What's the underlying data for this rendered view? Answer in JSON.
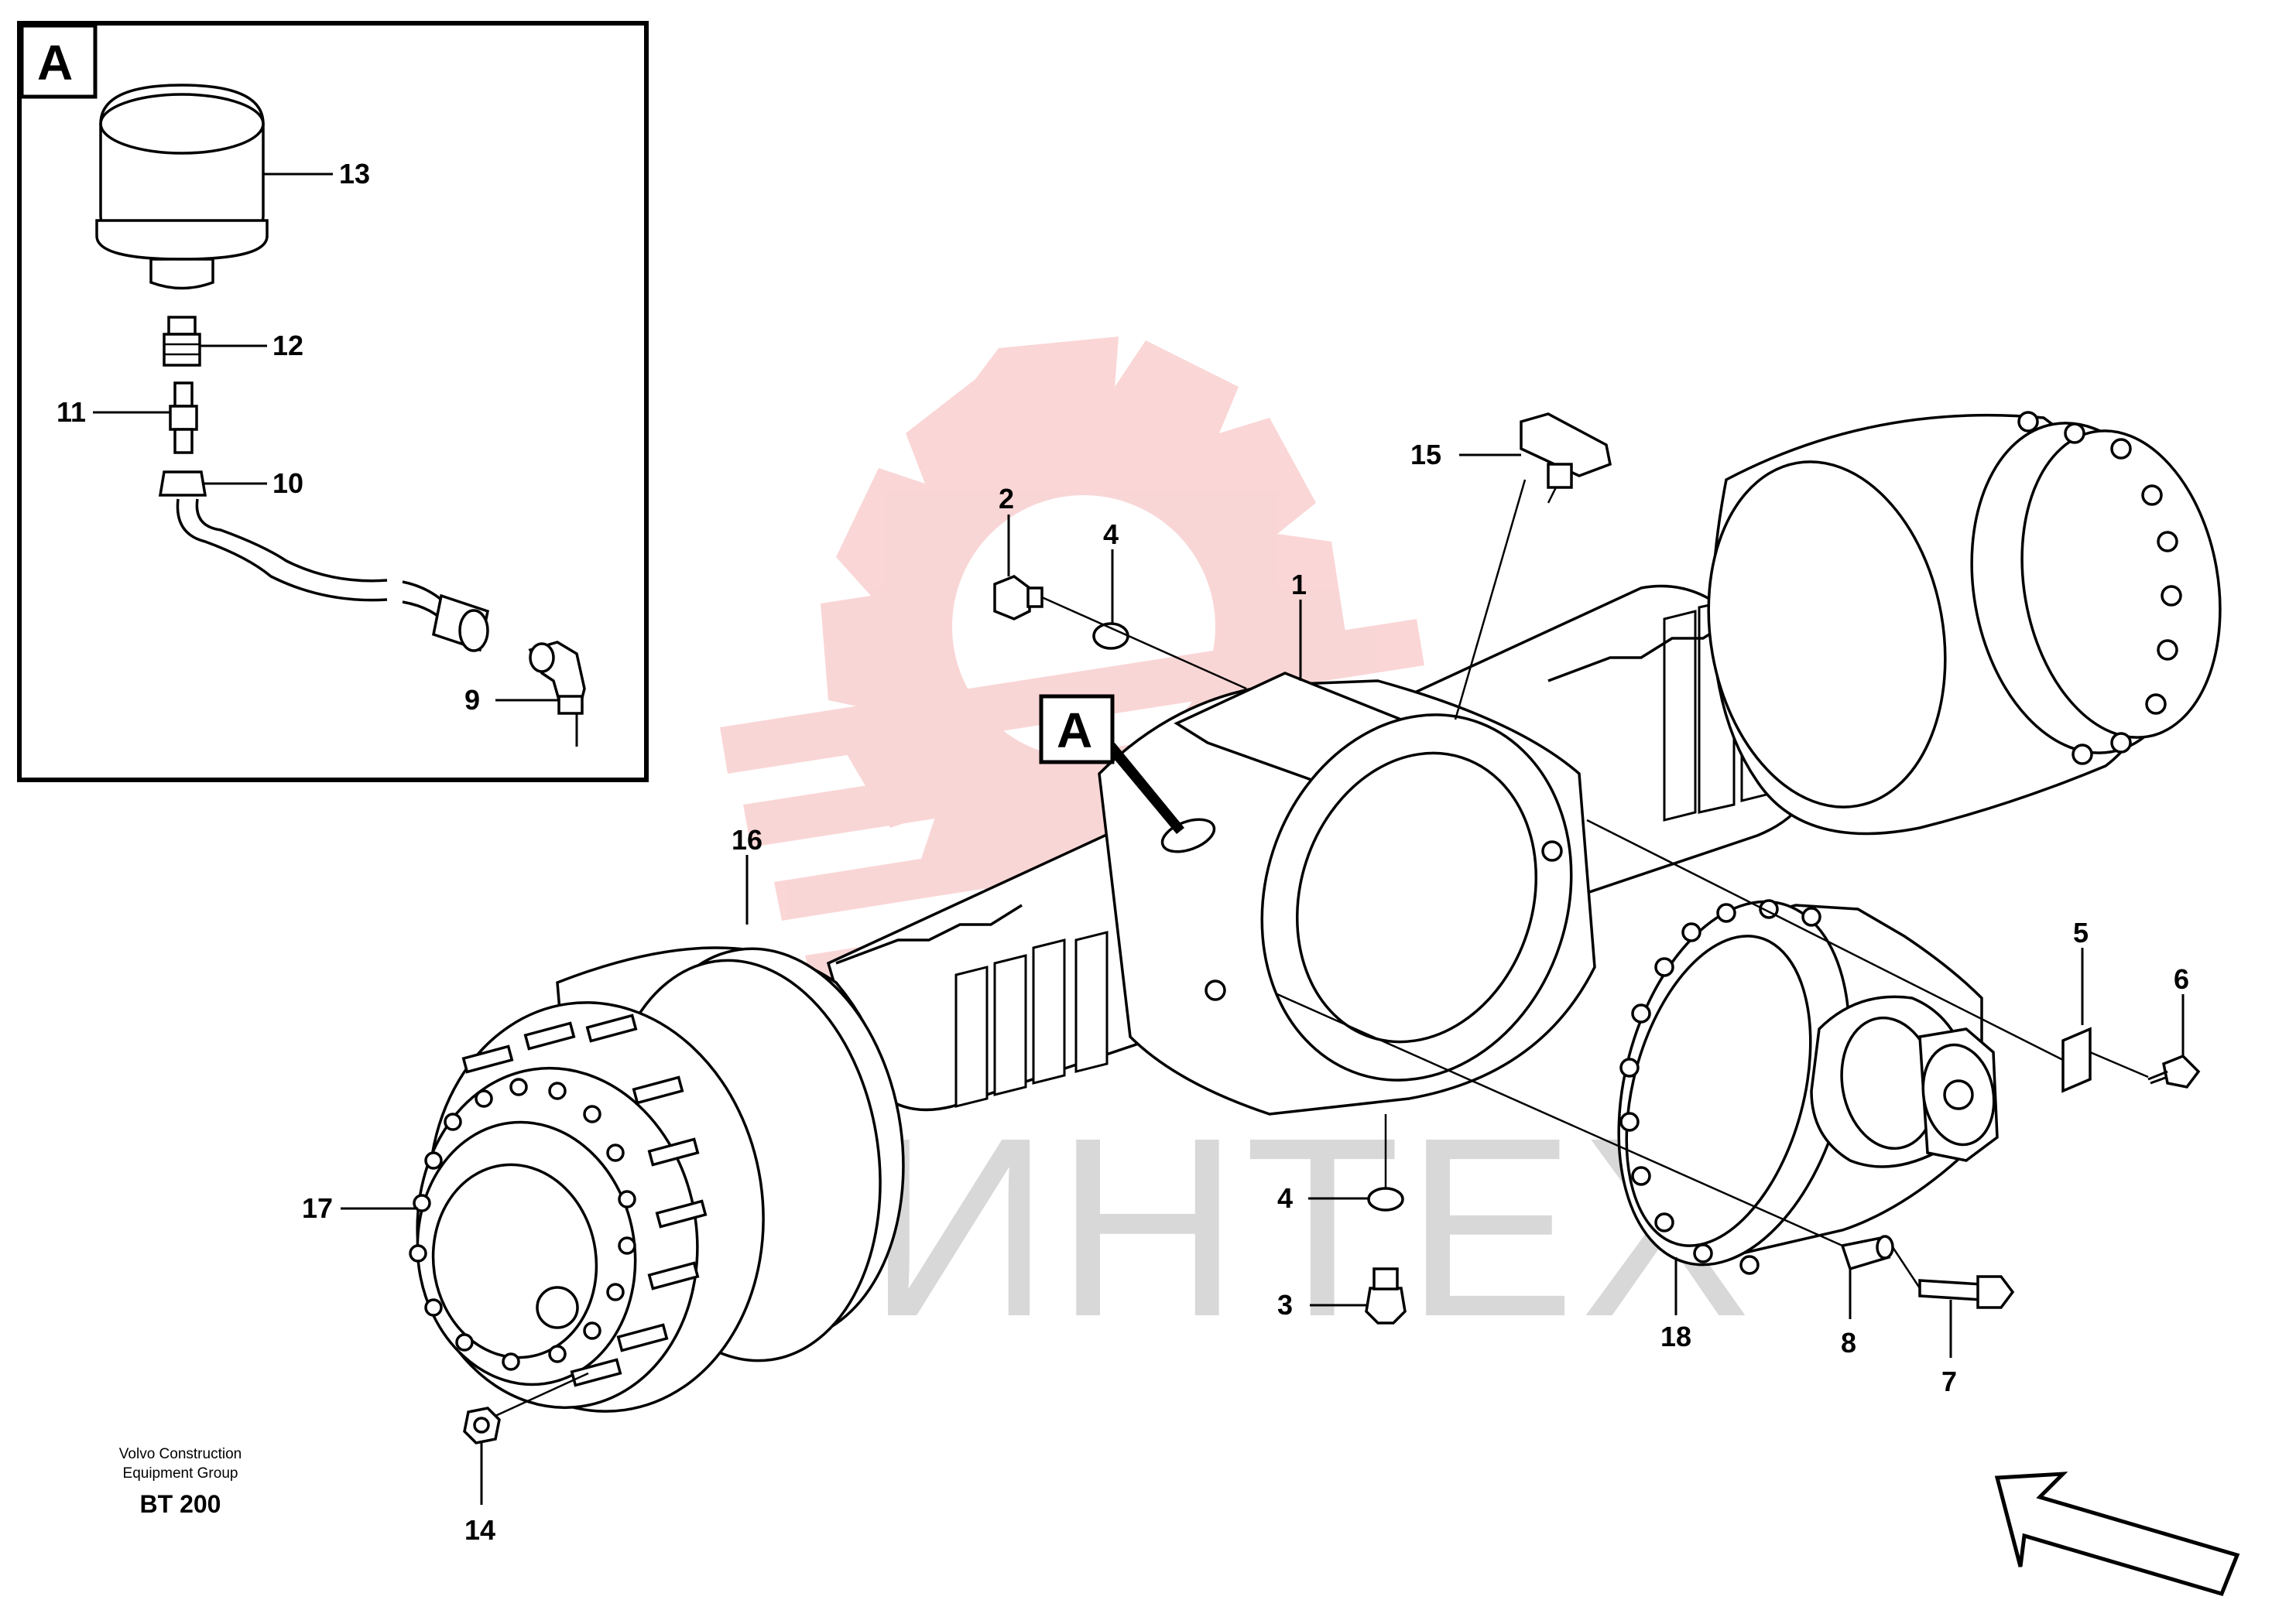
{
  "detail": {
    "letter": "A"
  },
  "main_marker": {
    "letter": "A"
  },
  "callouts": {
    "c1": "1",
    "c2": "2",
    "c3": "3",
    "c4a": "4",
    "c4b": "4",
    "c5": "5",
    "c6": "6",
    "c7": "7",
    "c8": "8",
    "c9": "9",
    "c10": "10",
    "c11": "11",
    "c12": "12",
    "c13": "13",
    "c14": "14",
    "c15": "15",
    "c16": "16",
    "c17": "17",
    "c18": "18"
  },
  "footer": {
    "line1": "Volvo Construction",
    "line2": "Equipment Group",
    "code": "BT 200"
  },
  "watermark": {
    "text": "ИНТЕХ",
    "color": "#f5b5b5"
  }
}
